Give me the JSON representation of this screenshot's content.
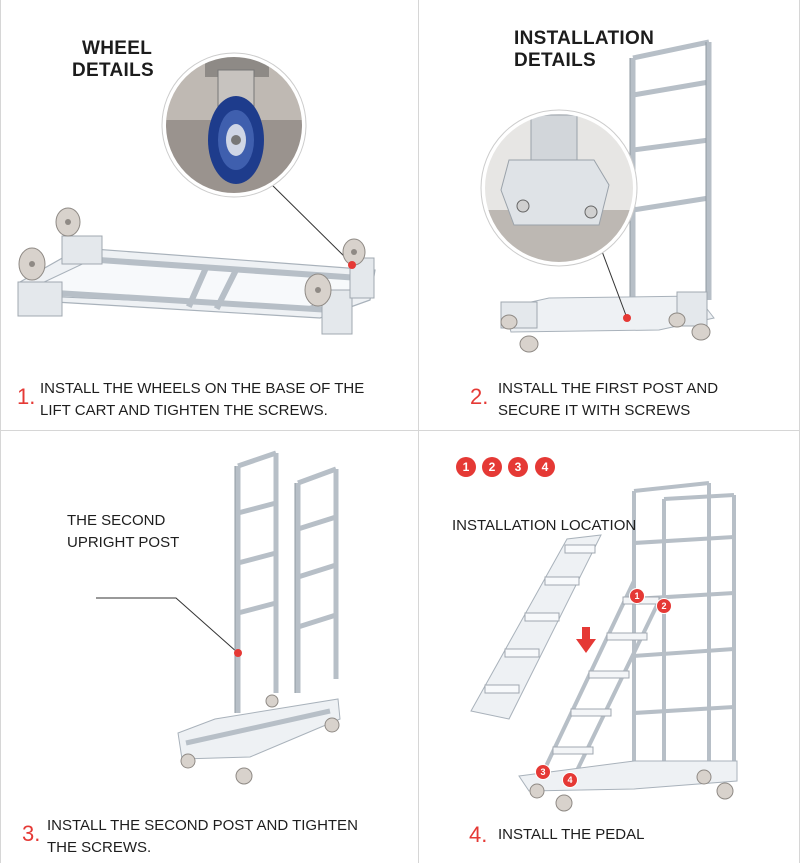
{
  "panels": {
    "wheel": {
      "title_line1": "WHEEL",
      "title_line2": "DETAILS",
      "step": "1.",
      "caption_line1": "INSTALL THE WHEELS ON THE BASE OF THE",
      "caption_line2": "LIFT CART AND TIGHTEN THE SCREWS."
    },
    "installation": {
      "title_line1": "INSTALLATION",
      "title_line2": "DETAILS",
      "step": "2.",
      "caption_line1": "INSTALL THE FIRST POST AND",
      "caption_line2": "SECURE IT WITH SCREWS"
    },
    "second_post": {
      "label_line1": "THE SECOND",
      "label_line2": "UPRIGHT POST",
      "step": "3.",
      "caption_line1": "INSTALL THE SECOND POST AND TIGHTEN",
      "caption_line2": "THE SCREWS."
    },
    "pedal": {
      "badges": [
        "1",
        "2",
        "3",
        "4"
      ],
      "location_label": "INSTALLATION LOCATION",
      "step": "4.",
      "caption": "INSTALL THE PEDAL",
      "markers": [
        "1",
        "2",
        "3",
        "4"
      ]
    }
  },
  "colors": {
    "accent": "#e53935",
    "frame": "#e8ecf0",
    "frame_stroke": "#a9b2bb",
    "grid_line": "#d6d6d6",
    "wheel_blue": "#1e3c8c"
  }
}
